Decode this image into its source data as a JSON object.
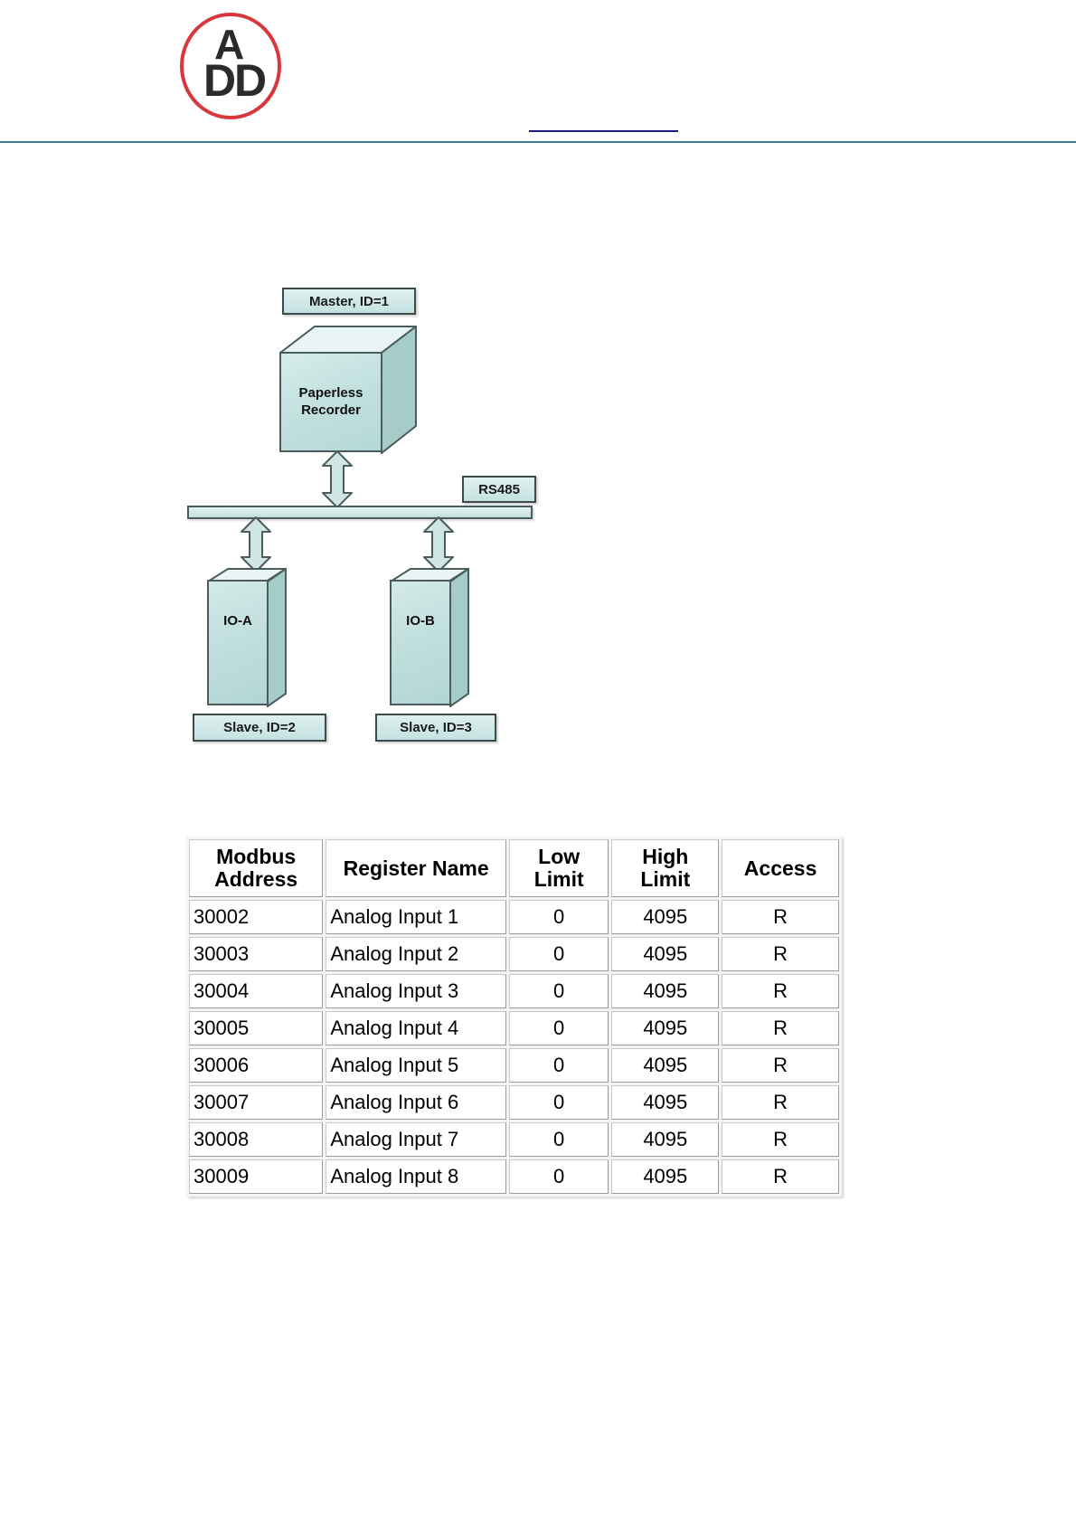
{
  "header": {
    "logo": {
      "name": "add-logo",
      "letter_top": "A",
      "letter_left": "D",
      "letter_right": "D",
      "ring_color": "#d8373c",
      "letter_color": "#2b2b2b"
    },
    "link_color": "#1a1a7a",
    "rule_color": "#3b7d88"
  },
  "diagram": {
    "name": "modbus-rs485-network-diagram",
    "master_label": "Master, ID=1",
    "recorder_label_line1": "Paperless",
    "recorder_label_line2": "Recorder",
    "bus_label": "RS485",
    "node_a_label": "IO-A",
    "node_b_label": "IO-B",
    "slave_a_label": "Slave, ID=2",
    "slave_b_label": "Slave, ID=3",
    "box_fill": "#c3e2e1",
    "box_stroke": "#3c4a4a"
  },
  "table": {
    "name": "modbus-register-table",
    "columns": [
      "Modbus Address",
      "Register Name",
      "Low Limit",
      "High Limit",
      "Access"
    ],
    "columns_wrapped": [
      [
        "Modbus",
        "Address"
      ],
      [
        "Register Name",
        ""
      ],
      [
        "Low",
        "Limit"
      ],
      [
        "High",
        "Limit"
      ],
      [
        "Access",
        ""
      ]
    ],
    "rows": [
      {
        "address": "30002",
        "register_name": "Analog Input 1",
        "low_limit": "0",
        "high_limit": "4095",
        "access": "R"
      },
      {
        "address": "30003",
        "register_name": "Analog Input 2",
        "low_limit": "0",
        "high_limit": "4095",
        "access": "R"
      },
      {
        "address": "30004",
        "register_name": "Analog Input 3",
        "low_limit": "0",
        "high_limit": "4095",
        "access": "R"
      },
      {
        "address": "30005",
        "register_name": "Analog Input 4",
        "low_limit": "0",
        "high_limit": "4095",
        "access": "R"
      },
      {
        "address": "30006",
        "register_name": "Analog Input 5",
        "low_limit": "0",
        "high_limit": "4095",
        "access": "R"
      },
      {
        "address": "30007",
        "register_name": "Analog Input 6",
        "low_limit": "0",
        "high_limit": "4095",
        "access": "R"
      },
      {
        "address": "30008",
        "register_name": "Analog Input 7",
        "low_limit": "0",
        "high_limit": "4095",
        "access": "R"
      },
      {
        "address": "30009",
        "register_name": "Analog Input 8",
        "low_limit": "0",
        "high_limit": "4095",
        "access": "R"
      }
    ]
  }
}
